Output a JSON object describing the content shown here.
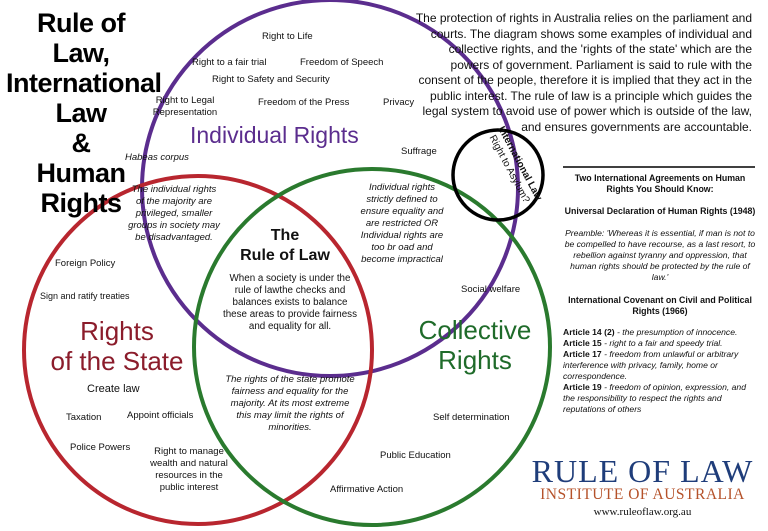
{
  "title_lines": [
    "Rule of Law,",
    "International",
    "Law",
    "&",
    "Human",
    "Rights"
  ],
  "intro_text": "The protection of rights in Australia relies on the parliament and courts. The diagram shows some examples of individual and collective rights, and the 'rights of the state' which are the powers of government. Parliament is said to rule with the consent of the people, therefore it is implied that they act in the public interest. The rule of law is a principle which guides the legal system to avoid use of power which is outside of the law, and ensures governments are accountable.",
  "colors": {
    "individual": "#5b2d8e",
    "collective": "#1f6b2a",
    "state": "#8b1c2b",
    "international": "#000000",
    "logo_blue": "#1f3d7a",
    "logo_orange": "#b5522a"
  },
  "individual": {
    "heading": "Individual Rights",
    "items": {
      "life": "Right to Life",
      "fair_trial": "Right to a fair trial",
      "speech": "Freedom of Speech",
      "safety": "Right to Safety and Security",
      "legal_rep": "Right to Legal Representation",
      "press": "Freedom of the Press",
      "privacy": "Privacy",
      "habeas": "Habeas corpus",
      "suffrage": "Suffrage"
    }
  },
  "overlap_individual_state": "The individual rights of the majority are privileged, smaller groups in society may be disadvantaged.",
  "overlap_individual_collective": "Individual rights strictly defined to ensure equality and are restricted OR Individual rights are too br oad and become impractical",
  "overlap_state_collective": "The rights of the state promote fairness and equality for the majority. At its most extreme this may limit the rights of minorities.",
  "center": {
    "title_line1": "The",
    "title_line2": "Rule of Law",
    "text": "When a society is under the rule of lawthe checks and balances exists to balance these areas to provide fairness and equality for all."
  },
  "state": {
    "heading_line1": "Rights",
    "heading_line2": "of the State",
    "items": {
      "foreign": "Foreign Policy",
      "treaties": "Sign and ratify treaties",
      "create_law": "Create law",
      "taxation": "Taxation",
      "appoint": "Appoint officials",
      "police": "Police Powers",
      "wealth": "Right to manage wealth and natural resources in the public interest"
    }
  },
  "collective": {
    "heading_line1": "Collective",
    "heading_line2": "Rights",
    "items": {
      "welfare": "Social welfare",
      "self_det": "Self determination",
      "education": "Public Education",
      "affirmative": "Affirmative Action"
    }
  },
  "international": {
    "line1": "International Law",
    "line2": "Right to Asylum?"
  },
  "panel": {
    "heading": "Two International Agreements on Human Rights You Should Know:",
    "udhr_title": "Universal Declaration of Human Rights (1948)",
    "udhr_text": "Preamble: 'Whereas it is essential, if man is not to be compelled to have recourse, as a last resort, to rebellion against tyranny and oppression, that human rights should be protected by the rule of law.'",
    "iccpr_title": "International Covenant on Civil and Political Rights (1966)",
    "articles": [
      {
        "label": "Article 14 (2)",
        "text": " - the presumption of innocence."
      },
      {
        "label": "Article 15",
        "text": " - right to a fair and speedy trial."
      },
      {
        "label": "Article 17",
        "text": " - freedom from unlawful or arbitrary interference with privacy, family, home or correspondence."
      },
      {
        "label": "Article 19",
        "text": " - freedom of opinion, expression, and the responsibility to respect the rights and reputations of others"
      }
    ]
  },
  "logo": {
    "main": "RULE OF LAW",
    "sub": "INSTITUTE OF AUSTRALIA",
    "url": "www.ruleoflaw.org.au"
  }
}
